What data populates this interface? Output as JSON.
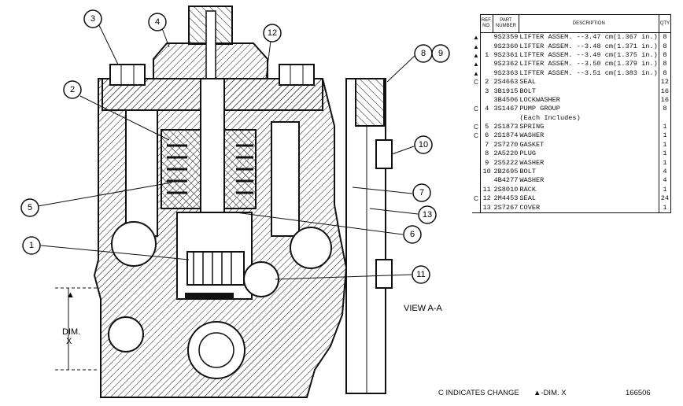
{
  "view_label": "VIEW A-A",
  "dim_label_1": "DIM.",
  "dim_label_2": "X",
  "callouts": [
    "3",
    "4",
    "12",
    "8",
    "9",
    "2",
    "10",
    "5",
    "7",
    "13",
    "6",
    "1",
    "11"
  ],
  "table_headers": {
    "ref": "REF. NO.",
    "part": "PART NUMBER",
    "desc": "DESCRIPTION",
    "qty": "QTY"
  },
  "parts": [
    {
      "mark": "▲",
      "ref": "",
      "no": "9S2359",
      "desc": "LIFTER ASSEM. --3.47 cm(1.367 in.)",
      "qty": "8"
    },
    {
      "mark": "▲",
      "ref": "",
      "no": "9S2360",
      "desc": "LIFTER ASSEM. --3.48 cm(1.371 in.)",
      "qty": "8"
    },
    {
      "mark": "▲",
      "ref": "1",
      "no": "9S2361",
      "desc": "LIFTER ASSEM. --3.49 cm(1.375 in.)",
      "qty": "8"
    },
    {
      "mark": "▲",
      "ref": "",
      "no": "9S2362",
      "desc": "LIFTER ASSEM. --3.50 cm(1.379 in.)",
      "qty": "8"
    },
    {
      "mark": "▲",
      "ref": "",
      "no": "9S2363",
      "desc": "LIFTER ASSEM. --3.51 cm(1.383 in.)",
      "qty": "8"
    },
    {
      "mark": "C",
      "ref": "2",
      "no": "2S4663",
      "desc": "SEAL",
      "qty": "12"
    },
    {
      "mark": "",
      "ref": "3",
      "no": "3B1915",
      "desc": "BOLT",
      "qty": "16"
    },
    {
      "mark": "",
      "ref": "",
      "no": "3B4506",
      "desc": "LOCKWASHER",
      "qty": "16"
    },
    {
      "mark": "C",
      "ref": "4",
      "no": "3S1467",
      "desc": "PUMP GROUP",
      "qty": "8"
    },
    {
      "mark": "",
      "ref": "",
      "no": "",
      "desc": "(Each Includes)",
      "qty": ""
    },
    {
      "mark": "C",
      "ref": "5",
      "no": "2S1873",
      "desc": "SPRING",
      "qty": "1"
    },
    {
      "mark": "C",
      "ref": "6",
      "no": "2S1874",
      "desc": "WASHER",
      "qty": "1"
    },
    {
      "mark": "",
      "ref": "7",
      "no": "2S7270",
      "desc": "GASKET",
      "qty": "1"
    },
    {
      "mark": "",
      "ref": "8",
      "no": "2A5220",
      "desc": "PLUG",
      "qty": "1"
    },
    {
      "mark": "",
      "ref": "9",
      "no": "2S5222",
      "desc": "WASHER",
      "qty": "1"
    },
    {
      "mark": "",
      "ref": "10",
      "no": "2B2695",
      "desc": "BOLT",
      "qty": "4"
    },
    {
      "mark": "",
      "ref": "",
      "no": "4B4277",
      "desc": "WASHER",
      "qty": "4"
    },
    {
      "mark": "",
      "ref": "11",
      "no": "2S8010",
      "desc": "RACK",
      "qty": "1"
    },
    {
      "mark": "C",
      "ref": "12",
      "no": "2M4453",
      "desc": "SEAL",
      "qty": "24"
    },
    {
      "mark": "",
      "ref": "13",
      "no": "2S7267",
      "desc": "COVER",
      "qty": "1"
    }
  ],
  "footer": {
    "change_note": "C INDICATES CHANGE",
    "dim_note": "▲-DIM. X",
    "drawing_no": "166506"
  }
}
